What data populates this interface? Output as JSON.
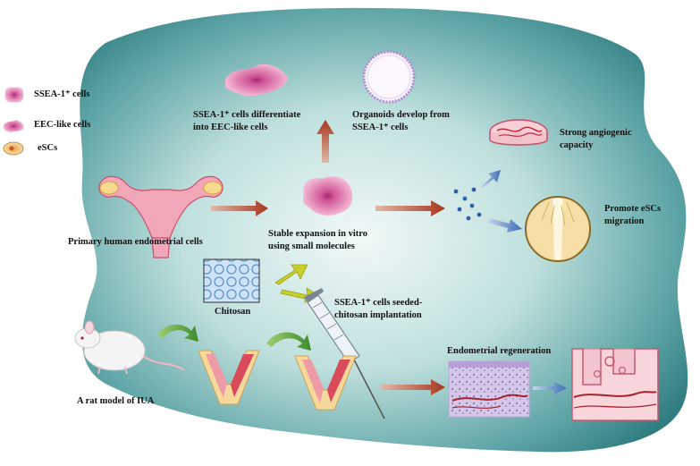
{
  "colors": {
    "blob_light": "#e6f3f2",
    "blob_dark": "#2f7d80",
    "arrow_red": "#a8371f",
    "arrow_blue": "#3c6fb5",
    "cell_pink": "#d9609e",
    "organoid_purple": "#b48ad6",
    "yellow_arrow": "#c9cf2a"
  },
  "legend": {
    "ssea1_cells": "SSEA-1⁺ cells",
    "eec_like_cells": "EEC-like cells",
    "escs": "eSCs"
  },
  "labels": {
    "differentiate_line1": "SSEA-1⁺ cells differentiate",
    "differentiate_line2": "into EEC-like cells",
    "organoids_line1": "Organoids  develop from",
    "organoids_line2": "SSEA-1⁺ cells",
    "angiogenic_line1": "Strong angiogenic",
    "angiogenic_line2": "capacity",
    "migration_line1": "Promote  eSCs",
    "migration_line2": "migration",
    "primary_cells": "Primary  human  endometrial cells",
    "expansion_line1": "Stable expansion in vitro",
    "expansion_line2": "using small molecules",
    "chitosan": "Chitosan",
    "seeded_line1": "SSEA-1⁺ cells seeded-",
    "seeded_line2": "chitosan implantation",
    "rat_model": "A rat model of IUA",
    "regeneration": "Endometrial  regeneration"
  }
}
